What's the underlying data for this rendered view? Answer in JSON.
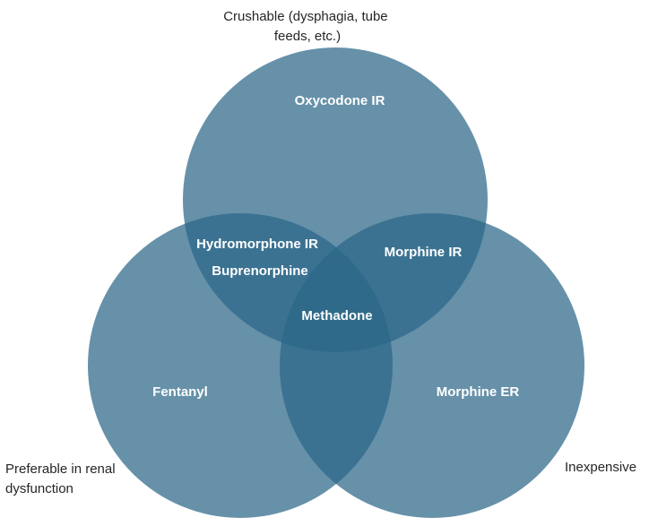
{
  "colors": {
    "circle_fill": "#2b6788",
    "circle_opacity": 0.72,
    "set_label_text": "#262626",
    "region_label_text": "#ffffff"
  },
  "sets": {
    "top": {
      "label_lines": [
        "Crushable (dysphagia, tube",
        "feeds, etc.)"
      ]
    },
    "left": {
      "label_lines": [
        "Preferable in renal",
        "dysfunction"
      ]
    },
    "right": {
      "label_lines": [
        "Inexpensive"
      ]
    }
  },
  "regions": {
    "top_only": [
      "Oxycodone IR"
    ],
    "top_left": [
      "Hydromorphone IR",
      "Buprenorphine"
    ],
    "top_right": [
      "Morphine IR"
    ],
    "all_three": [
      "Methadone"
    ],
    "left_only": [
      "Fentanyl"
    ],
    "right_only": [
      "Morphine ER"
    ]
  }
}
